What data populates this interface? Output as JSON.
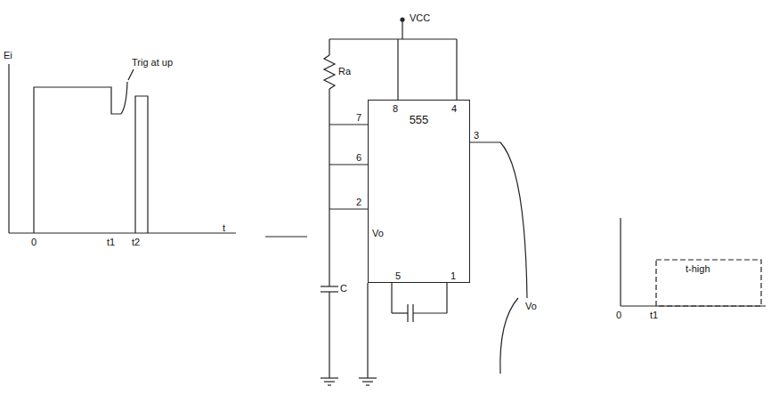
{
  "diagram": {
    "nodes": [
      {
        "text": [
          "555"
        ]
      }
    ],
    "labels": [
      "Ei",
      "Trig at up",
      "0",
      "t1",
      "t2",
      "t",
      "VCC",
      "Ra",
      "8",
      "4",
      "7",
      "6",
      "2",
      "3",
      "5",
      "1",
      "Vo",
      "C",
      "Vo",
      "0",
      "t1",
      "t-high"
    ]
  }
}
